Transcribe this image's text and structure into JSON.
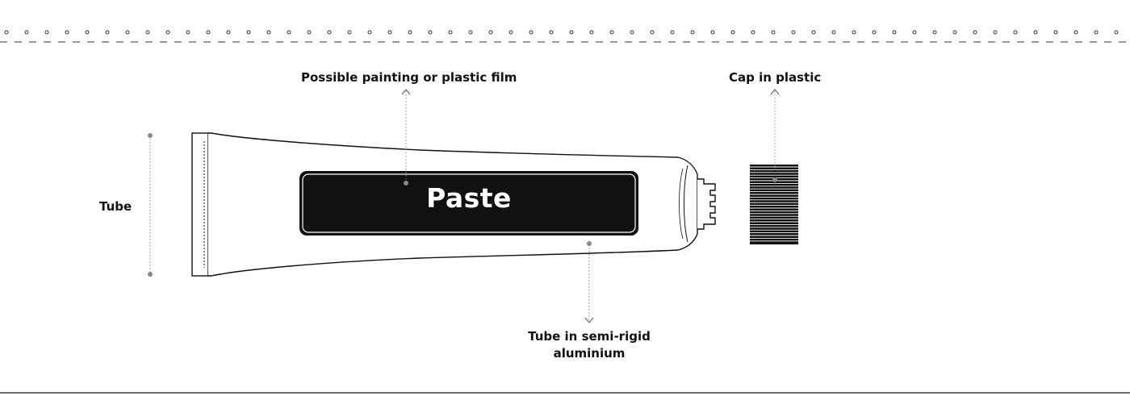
{
  "labels": {
    "painting": "Possible painting or plastic film",
    "cap": "Cap in plastic",
    "tube": "Tube",
    "semi_rigid_line1": "Tube in semi-rigid",
    "semi_rigid_line2": "aluminium"
  },
  "tube_label_text": "Paste",
  "colors": {
    "ink": "#111111",
    "leader": "#888888",
    "background": "#ffffff"
  }
}
